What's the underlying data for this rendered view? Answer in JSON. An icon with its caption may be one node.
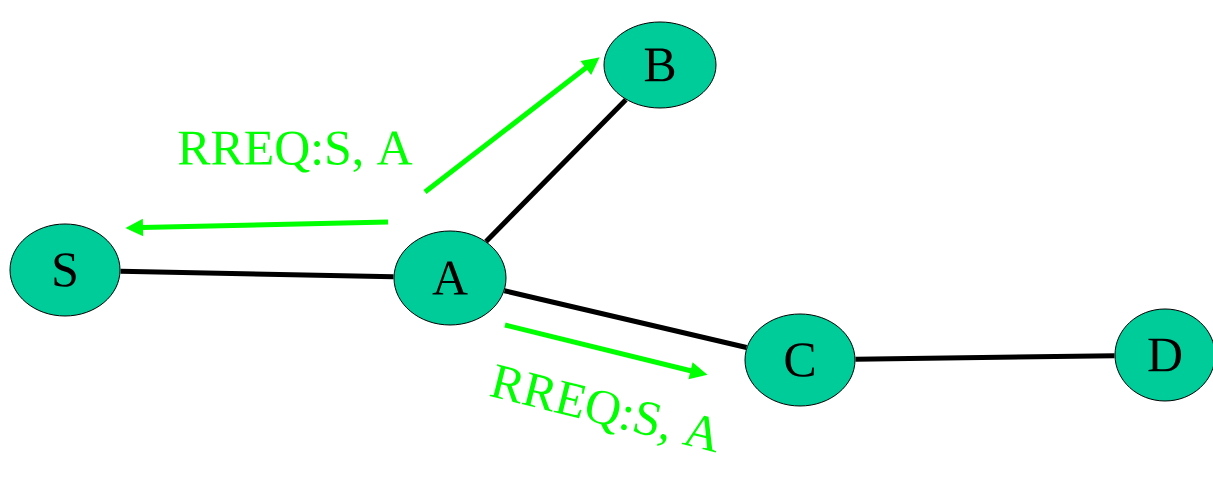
{
  "diagram": {
    "nodes": [
      {
        "text": [
          "S"
        ]
      },
      {
        "text": [
          "A"
        ]
      },
      {
        "text": [
          "B"
        ]
      },
      {
        "text": [
          "C"
        ]
      },
      {
        "text": [
          "D"
        ]
      }
    ],
    "edges": [
      {
        "from": 0,
        "to": 1,
        "arrow": "none"
      },
      {
        "from": 1,
        "to": 2,
        "arrow": "none"
      },
      {
        "from": 1,
        "to": 3,
        "arrow": "none"
      },
      {
        "from": 3,
        "to": 4,
        "arrow": "none"
      },
      {
        "from": 1,
        "to": 0,
        "arrow": "to",
        "color": "#00ff00"
      },
      {
        "from": 1,
        "to": 2,
        "arrow": "to",
        "color": "#00ff00",
        "label": "RREQ:S, A"
      },
      {
        "from": 1,
        "to": 3,
        "arrow": "to",
        "color": "#00ff00",
        "label": "RREQ:S, A"
      }
    ]
  }
}
